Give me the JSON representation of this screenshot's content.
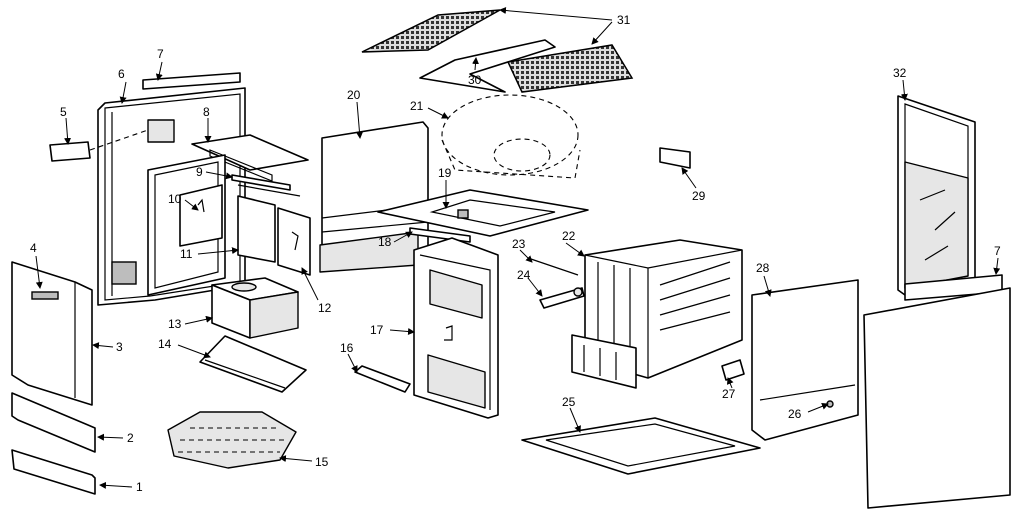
{
  "callouts": [
    "1",
    "2",
    "3",
    "4",
    "5",
    "6",
    "7",
    "8",
    "9",
    "10",
    "11",
    "12",
    "13",
    "14",
    "15",
    "16",
    "17",
    "18",
    "19",
    "20",
    "21",
    "22",
    "23",
    "24",
    "25",
    "26",
    "27",
    "28",
    "29",
    "30",
    "31",
    "32"
  ],
  "callout_right_7": "7"
}
